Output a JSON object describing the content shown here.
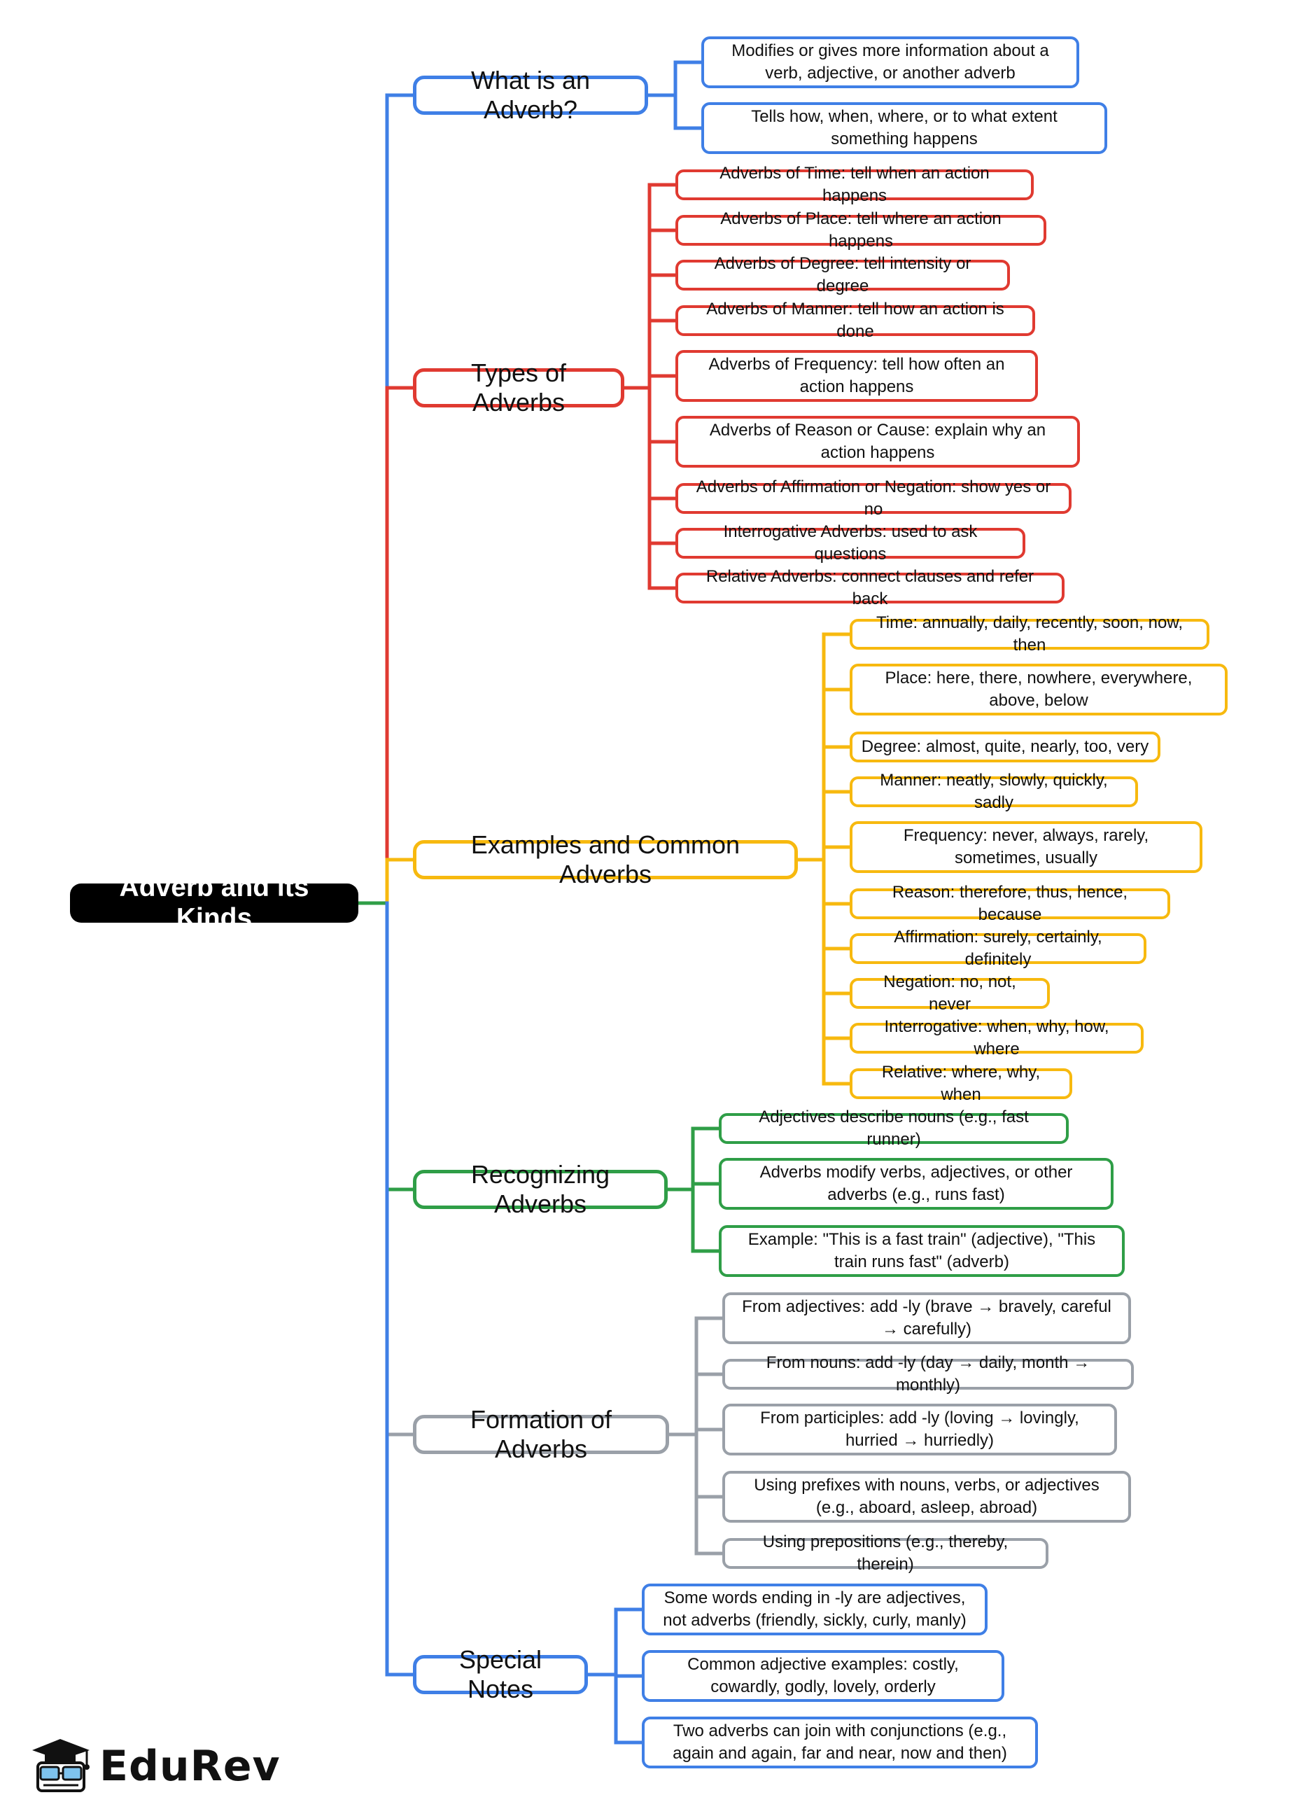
{
  "root": {
    "label": "Adverb and its Kinds"
  },
  "branches": [
    {
      "id": "what-is",
      "label": "What is an Adverb?",
      "color": "#3f7fe6",
      "leaves": [
        "Modifies or gives more information about a verb, adjective, or another adverb",
        "Tells how, when, where, or to what extent something happens"
      ]
    },
    {
      "id": "types",
      "label": "Types of Adverbs",
      "color": "#e03a31",
      "leaves": [
        "Adverbs of Time: tell when an action happens",
        "Adverbs of Place: tell where an action happens",
        "Adverbs of Degree: tell intensity or degree",
        "Adverbs of Manner: tell how an action is done",
        "Adverbs of Frequency: tell how often an action happens",
        "Adverbs of Reason or Cause: explain why an action happens",
        "Adverbs of Affirmation or Negation: show yes or no",
        "Interrogative Adverbs: used to ask questions",
        "Relative Adverbs: connect clauses and refer back"
      ]
    },
    {
      "id": "examples",
      "label": "Examples and Common Adverbs",
      "color": "#f7b90f",
      "leaves": [
        "Time: annually, daily, recently, soon, now, then",
        "Place: here, there, nowhere, everywhere, above, below",
        "Degree: almost, quite, nearly, too, very",
        "Manner: neatly, slowly, quickly, sadly",
        "Frequency: never, always, rarely, sometimes, usually",
        "Reason: therefore, thus, hence, because",
        "Affirmation: surely, certainly, definitely",
        "Negation: no, not, never",
        "Interrogative: when, why, how, where",
        "Relative: where, why, when"
      ]
    },
    {
      "id": "recognizing",
      "label": "Recognizing Adverbs",
      "color": "#2f9e47",
      "leaves": [
        "Adjectives describe nouns (e.g., fast runner)",
        "Adverbs modify verbs, adjectives, or other adverbs (e.g., runs fast)",
        "Example: \"This is a fast train\" (adjective), \"This train runs fast\" (adverb)"
      ]
    },
    {
      "id": "formation",
      "label": "Formation of Adverbs",
      "color": "#9aa0a8",
      "leaves": [
        "From adjectives: add -ly (brave → bravely, careful → carefully)",
        "From nouns: add -ly (day → daily, month → monthly)",
        "From participles: add -ly (loving → lovingly, hurried → hurriedly)",
        "Using prefixes with nouns, verbs, or adjectives (e.g., aboard, asleep, abroad)",
        "Using prepositions (e.g., thereby, therein)"
      ]
    },
    {
      "id": "notes",
      "label": "Special Notes",
      "color": "#3f7fe6",
      "leaves": [
        "Some words ending in -ly are adjectives, not adverbs (friendly, sickly, curly, manly)",
        "Common adjective examples: costly, cowardly, godly, lovely, orderly",
        "Two adverbs can join with conjunctions (e.g., again and again, far and near, now and then)"
      ]
    }
  ],
  "logo": {
    "text": "EduRev"
  }
}
